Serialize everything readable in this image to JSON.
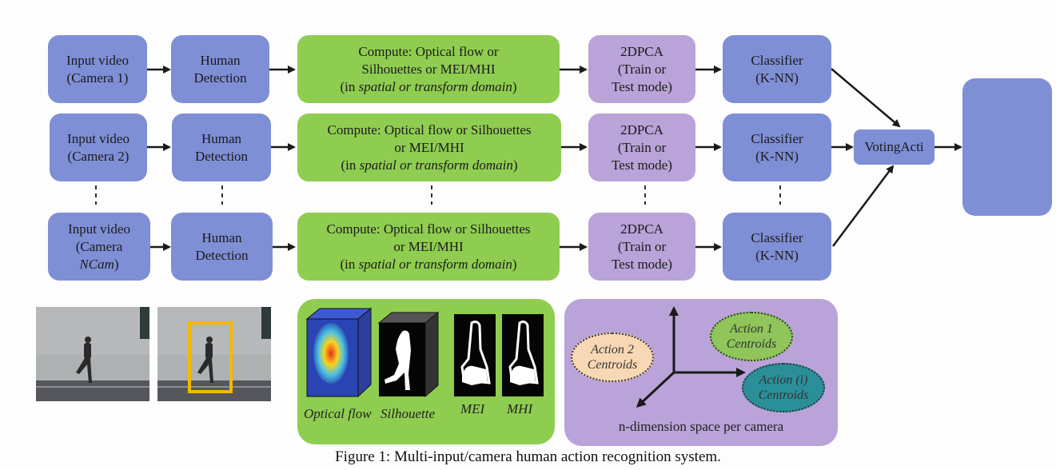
{
  "colors": {
    "stage_blue": "#7f8fd6",
    "compute_green": "#8fcd50",
    "pca_purple": "#b9a3d8",
    "bbox_yellow": "#f5b800",
    "action1": "#8fc55a",
    "action2": "#f8d8b4",
    "action_i": "#2a8f99"
  },
  "pipeline": {
    "rows": [
      {
        "input_line1": "Input video",
        "input_line2": "(Camera 1)",
        "input_line3": "",
        "detection_line1": "Human",
        "detection_line2": "Detection",
        "compute_line1": "Compute: Optical flow or",
        "compute_line2": "Silhouettes or MEI/MHI",
        "compute_line3_prefix": "(in ",
        "compute_line3_italic": "spatial or transform domain",
        "compute_line3_suffix": ")",
        "pca_line1": "2DPCA",
        "pca_line2": "(Train or",
        "pca_line3": "Test mode)",
        "classifier_line1": "Classifier",
        "classifier_line2": "(K-NN)"
      },
      {
        "input_line1": "Input video",
        "input_line2": "(Camera 2)",
        "input_line3": "",
        "detection_line1": "Human",
        "detection_line2": "Detection",
        "compute_line1": "Compute: Optical flow or Silhouettes",
        "compute_line2": "or MEI/MHI",
        "compute_line3_prefix": "(in ",
        "compute_line3_italic": "spatial or transform domain",
        "compute_line3_suffix": ")",
        "pca_line1": "2DPCA",
        "pca_line2": "(Train or",
        "pca_line3": "Test mode)",
        "classifier_line1": "Classifier",
        "classifier_line2": "(K-NN)"
      },
      {
        "input_line1": "Input video",
        "input_line2": "(Camera",
        "input_line3": "NCam",
        "input_line3_suffix": ")",
        "detection_line1": "Human",
        "detection_line2": "Detection",
        "compute_line1": "Compute: Optical flow or Silhouettes",
        "compute_line2": "or MEI/MHI",
        "compute_line3_prefix": "(in ",
        "compute_line3_italic": "spatial or transform domain",
        "compute_line3_suffix": ")",
        "pca_line1": "2DPCA",
        "pca_line2": "(Train or",
        "pca_line3": "Test mode)",
        "classifier_line1": "Classifier",
        "classifier_line2": "(K-NN)"
      }
    ],
    "voting_label": "VotingActi",
    "output_label": ""
  },
  "illustrations": {
    "features_labels": {
      "optical_flow": "Optical flow",
      "silhouette": "Silhouette",
      "mei": "MEI",
      "mhi": "MHI"
    },
    "feature_space": {
      "action1_line1": "Action 1",
      "action1_line2": "Centroids",
      "action2_line1": "Action 2",
      "action2_line2": "Centroids",
      "actioni_line1_prefix": "Action (",
      "actioni_line1_var": "i",
      "actioni_line1_suffix": ")",
      "actioni_line2": "Centroids",
      "caption": "n-dimension space per camera"
    }
  },
  "figure_caption": "Figure 1: Multi-input/camera human action recognition system."
}
